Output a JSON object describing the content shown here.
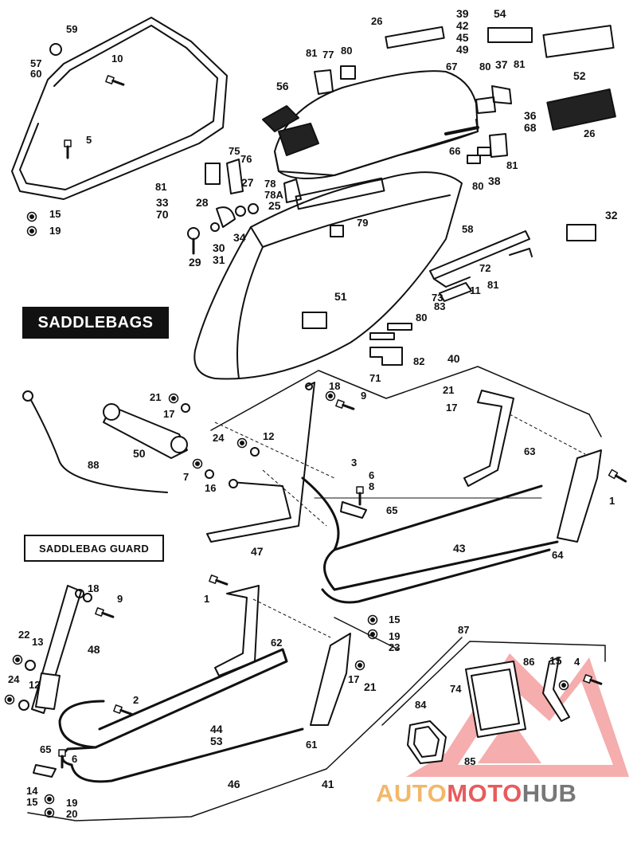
{
  "titles": {
    "saddlebags": "SADDLEBAGS",
    "saddlebag_guard": "SADDLEBAG GUARD"
  },
  "watermark": {
    "part1": "AUTO",
    "part2": "MOTO",
    "part3": "HUB",
    "colors": {
      "auto": "#f2b86a",
      "moto": "#e85b5b",
      "hub": "#777777"
    }
  },
  "callouts": {
    "c59": "59",
    "c57_60": "57\n60",
    "c10": "10",
    "c5": "5",
    "c15a": "15",
    "c19a": "19",
    "c26a": "26",
    "c39_42_45_49": "39\n42\n45\n49",
    "c54": "54",
    "c52": "52",
    "c81a": "81",
    "c77": "77",
    "c80a": "80",
    "c67": "67",
    "c56": "56",
    "c80b": "80",
    "c37": "37",
    "c81b": "81",
    "c36_68": "36\n68",
    "c26b": "26",
    "c75": "75",
    "c76": "76",
    "c81c": "81",
    "c27": "27",
    "c78_78a": "78\n78A",
    "c25": "25",
    "c66": "66",
    "c80c": "80",
    "c38": "38",
    "c81d": "81",
    "c33_70": "33\n70",
    "c28": "28",
    "c79": "79",
    "c32": "32",
    "c29": "29",
    "c30_31": "30\n31",
    "c34": "34",
    "c58": "58",
    "c72": "72",
    "c81e": "81",
    "c51": "51",
    "c73": "73",
    "c83": "83",
    "c11": "11",
    "c80d": "80",
    "c82": "82",
    "c71": "71",
    "c40": "40",
    "c21a": "21",
    "c17a": "17",
    "c18a": "18",
    "c9a": "9",
    "c21b": "21",
    "c17b": "17",
    "c24a": "24",
    "c12a": "12",
    "c50": "50",
    "c88": "88",
    "c7": "7",
    "c16": "16",
    "c3": "3",
    "c6_8": "6\n8",
    "c65a": "65",
    "c63": "63",
    "c1a": "1",
    "c64": "64",
    "c47": "47",
    "c43": "43",
    "c18b": "18",
    "c9b": "9",
    "c1b": "1",
    "c62": "62",
    "c15b": "15",
    "c19_23": "19\n23",
    "c22": "22",
    "c13": "13",
    "c48": "48",
    "c24b": "24",
    "c12b": "12",
    "c2": "2",
    "c17c": "17",
    "c21c": "21",
    "c44_53": "44\n53",
    "c61": "61",
    "c87": "87",
    "c86": "86",
    "c15c": "15",
    "c4": "4",
    "c74": "74",
    "c84": "84",
    "c85": "85",
    "c65b": "65",
    "c6b": "6",
    "c14_15": "14\n15",
    "c19_20": "19\n20",
    "c46": "46",
    "c41": "41"
  }
}
